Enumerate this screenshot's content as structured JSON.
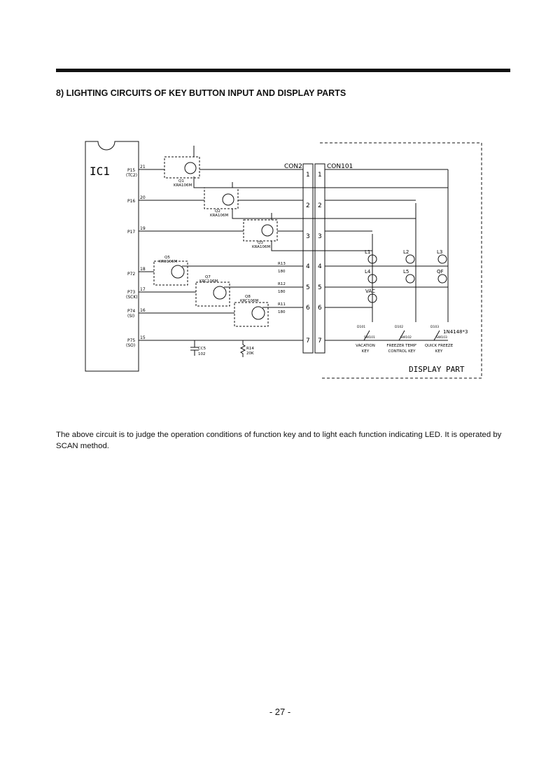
{
  "heading": "8) LIGHTING CIRCUITS OF KEY BUTTON INPUT AND DISPLAY PARTS",
  "description": "The above circuit is to judge the operation conditions of function  key and to light each function indicating LED. It is operated by SCAN method.",
  "page_number": "- 27 -",
  "diagram": {
    "ic_label": "IC1",
    "pins": [
      {
        "name": "P15",
        "alt": "(TC2)",
        "num": "21"
      },
      {
        "name": "P16",
        "alt": "",
        "num": "20"
      },
      {
        "name": "P17",
        "alt": "",
        "num": "19"
      },
      {
        "name": "P72",
        "alt": "",
        "num": "18"
      },
      {
        "name": "P73",
        "alt": "(SCK)",
        "num": "17"
      },
      {
        "name": "P74",
        "alt": "(SI)",
        "num": "16"
      },
      {
        "name": "P75",
        "alt": "(SO)",
        "num": "15"
      }
    ],
    "connectors": {
      "left": "CON2",
      "right": "CON101",
      "pins": [
        "1",
        "2",
        "3",
        "4",
        "5",
        "6",
        "7"
      ]
    },
    "transistors": [
      {
        "ref": "Q1",
        "part": "KRA106M"
      },
      {
        "ref": "Q2",
        "part": "KRA106M"
      },
      {
        "ref": "Q3",
        "part": "KRA106M"
      },
      {
        "ref": "Q5",
        "part": "KRC106M"
      },
      {
        "ref": "Q7",
        "part": "KRC106M"
      },
      {
        "ref": "Q8",
        "part": "KRC106M"
      }
    ],
    "resistors": [
      {
        "ref": "R13",
        "value": "180"
      },
      {
        "ref": "R12",
        "value": "180"
      },
      {
        "ref": "R11",
        "value": "180"
      },
      {
        "ref": "R14",
        "value": "20K"
      }
    ],
    "capacitor": {
      "ref": "CC5",
      "value": "102"
    },
    "leds": [
      "L1",
      "L2",
      "L3",
      "L4",
      "L5",
      "QF",
      "VAC"
    ],
    "diodes": [
      "D101",
      "D102",
      "D103"
    ],
    "diode_part": "1N4148*3",
    "switches": [
      "SW101",
      "SW102",
      "SW103"
    ],
    "keys": [
      {
        "line1": "VACATION",
        "line2": "KEY"
      },
      {
        "line1": "FREEZER TEMP'",
        "line2": "CONTROL KEY"
      },
      {
        "line1": "QUICK FREEZE",
        "line2": "KEY"
      }
    ],
    "display_label": "DISPLAY PART"
  }
}
